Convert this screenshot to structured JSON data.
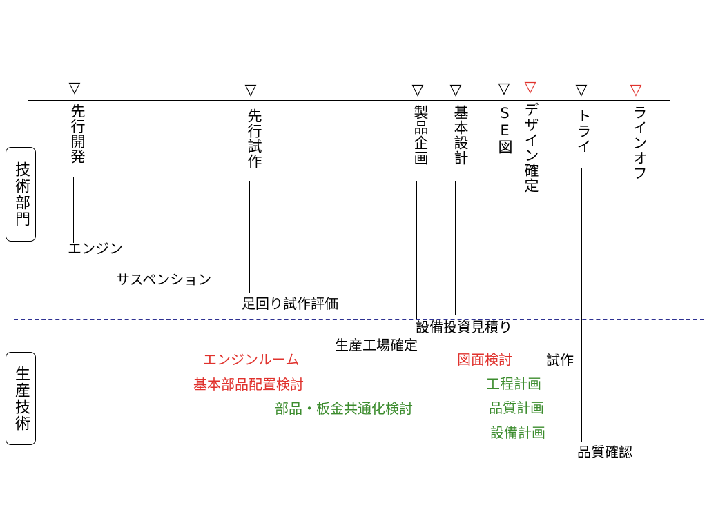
{
  "departments": {
    "engineering": "技術部門",
    "production": "生産技術"
  },
  "milestones": [
    {
      "label": "先行開発",
      "color": "#000000"
    },
    {
      "label": "先行試作",
      "color": "#000000"
    },
    {
      "label": "製品企画",
      "color": "#000000"
    },
    {
      "label": "基本設計",
      "color": "#000000"
    },
    {
      "label": "SE図",
      "color": "#000000"
    },
    {
      "label": "デザイン確定",
      "color": "#e0322d"
    },
    {
      "label": "トライ",
      "color": "#000000"
    },
    {
      "label": "ラインオフ",
      "color": "#e0322d"
    }
  ],
  "triangle_glyph": "▽",
  "tasks": {
    "engine": "エンジン",
    "suspension": "サスペンション",
    "undercarriage_eval": "足回り試作評価",
    "equipment_estimate": "設備投資見積り",
    "factory_decision": "生産工場確定",
    "engine_room": "エンジンルーム",
    "layout_study": "基本部品配置検討",
    "commonization": "部品・板金共通化検討",
    "drawing_review": "図面検討",
    "prototype": "試作",
    "process_plan": "工程計画",
    "quality_plan": "品質計画",
    "equipment_plan": "設備計画",
    "quality_check": "品質確認"
  },
  "colors": {
    "highlight_red": "#e0322d",
    "production_green": "#3c8c2e",
    "divider_blue": "#2e3192"
  }
}
